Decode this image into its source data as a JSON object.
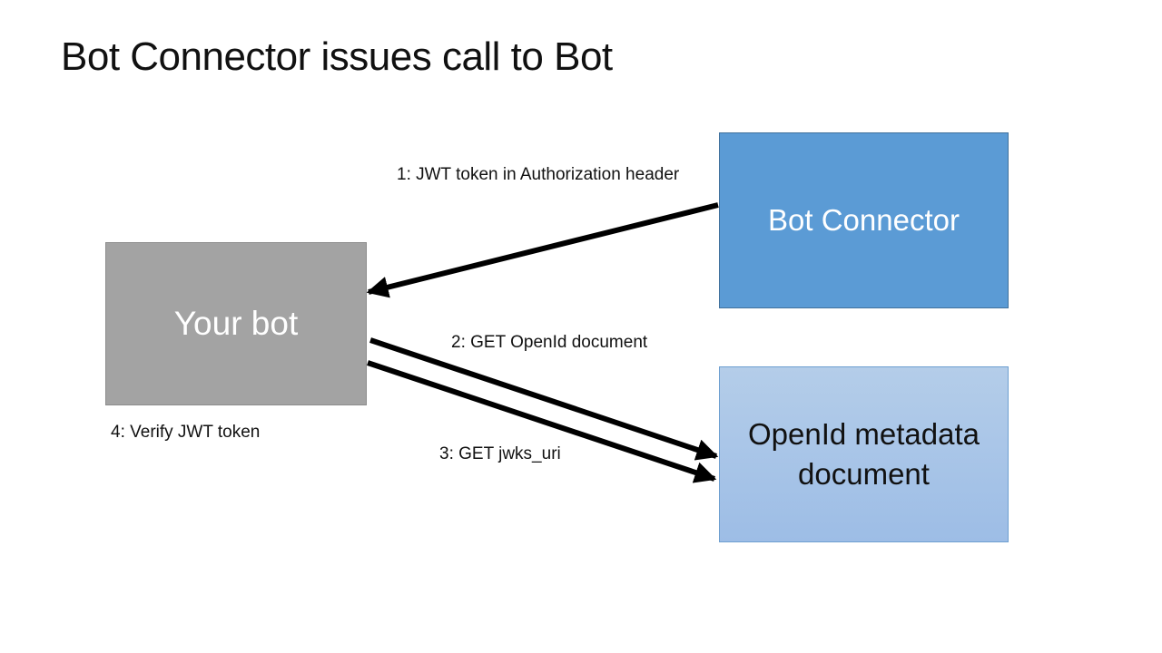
{
  "slide": {
    "title": "Bot Connector issues call to Bot"
  },
  "nodes": {
    "your_bot": "Your bot",
    "bot_connector": "Bot Connector",
    "openid_metadata": "OpenId metadata document"
  },
  "steps": {
    "step1": "1: JWT token in Authorization header",
    "step2": "2: GET OpenId document",
    "step3": "3: GET jwks_uri",
    "step4": "4: Verify JWT token"
  },
  "colors": {
    "bot_box": "#a3a3a3",
    "connector_box": "#5b9bd5",
    "openid_box": "#9dbde6",
    "arrow": "#000000"
  }
}
